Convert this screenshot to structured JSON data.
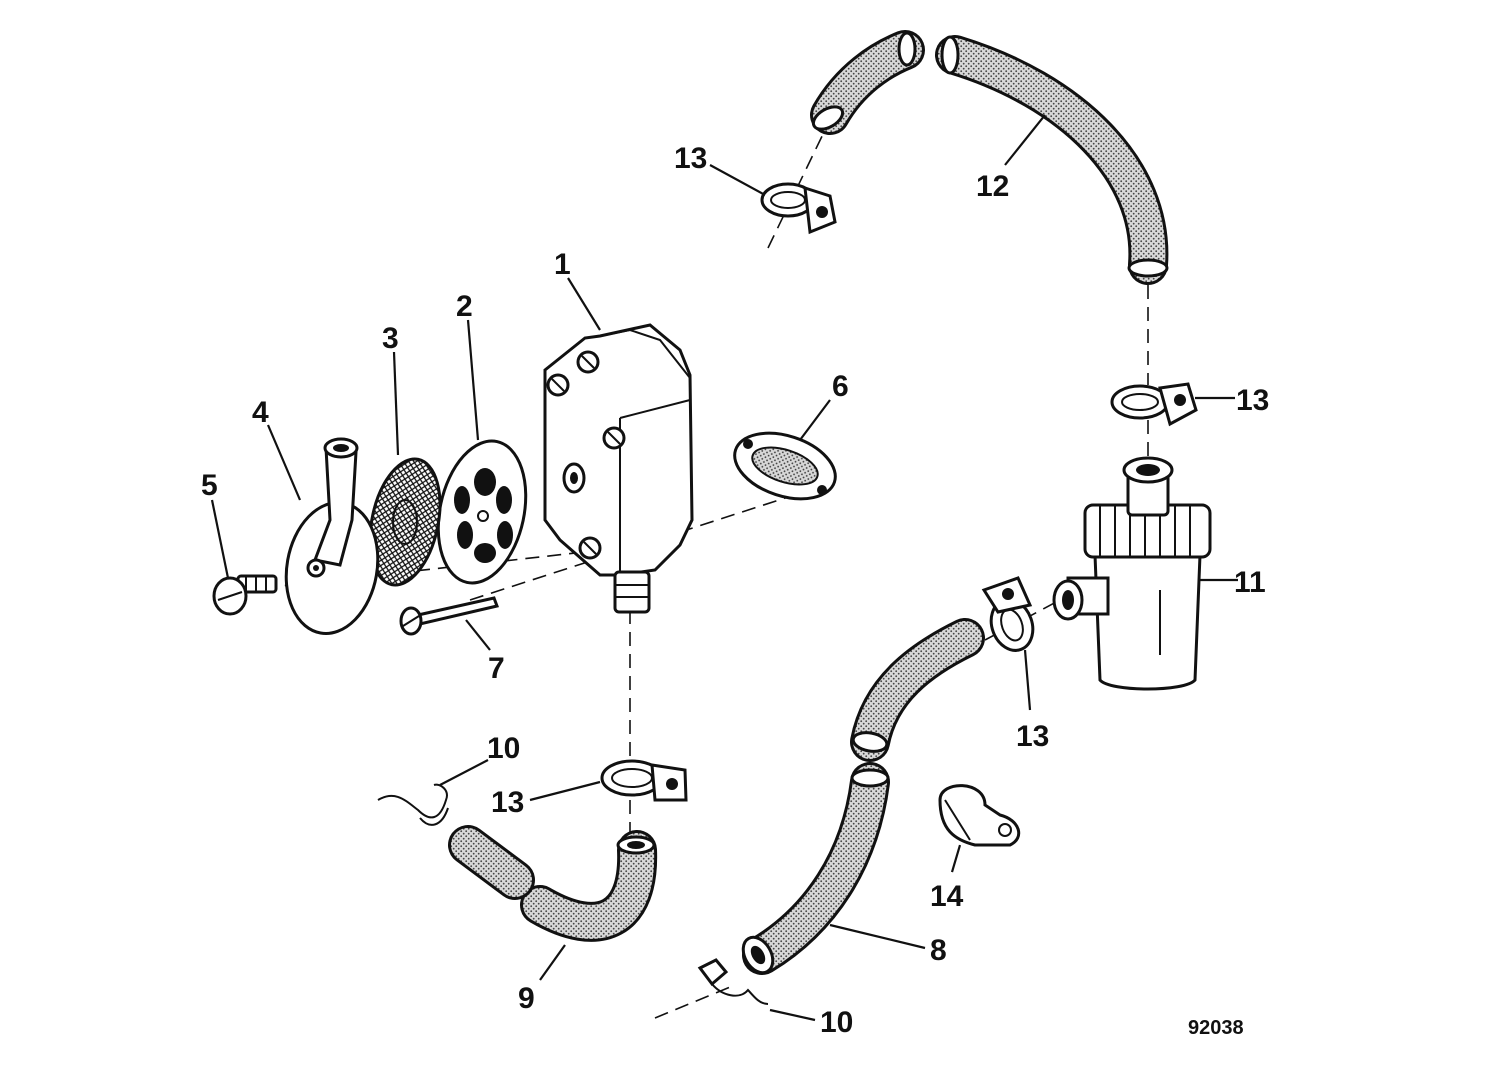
{
  "figure_number": "92038",
  "callouts": {
    "c1": "1",
    "c2": "2",
    "c3": "3",
    "c4": "4",
    "c5": "5",
    "c6": "6",
    "c7": "7",
    "c8": "8",
    "c9": "9",
    "c10a": "10",
    "c10b": "10",
    "c11": "11",
    "c12": "12",
    "c13a": "13",
    "c13b": "13",
    "c13c": "13",
    "c13d": "13",
    "c14": "14"
  }
}
